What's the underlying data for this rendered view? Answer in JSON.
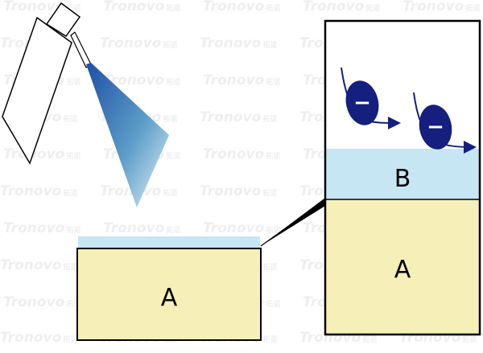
{
  "diagram": {
    "substrate_label": "A",
    "zoom_substrate_label": "A",
    "zoom_coating_label": "B",
    "particle_symbol": "−",
    "watermark_text": "Tronovo",
    "watermark_sub": "拓诺",
    "colors": {
      "substrate": "#f6efb7",
      "coating": "#c6e6f3",
      "spray_start": "#1f4fa5",
      "spray_end": "#d6eef6",
      "particle": "#141f7e",
      "outline": "#000000"
    },
    "icons": [
      "spray-gun-icon",
      "negative-particle-icon",
      "arrow-icon"
    ]
  }
}
